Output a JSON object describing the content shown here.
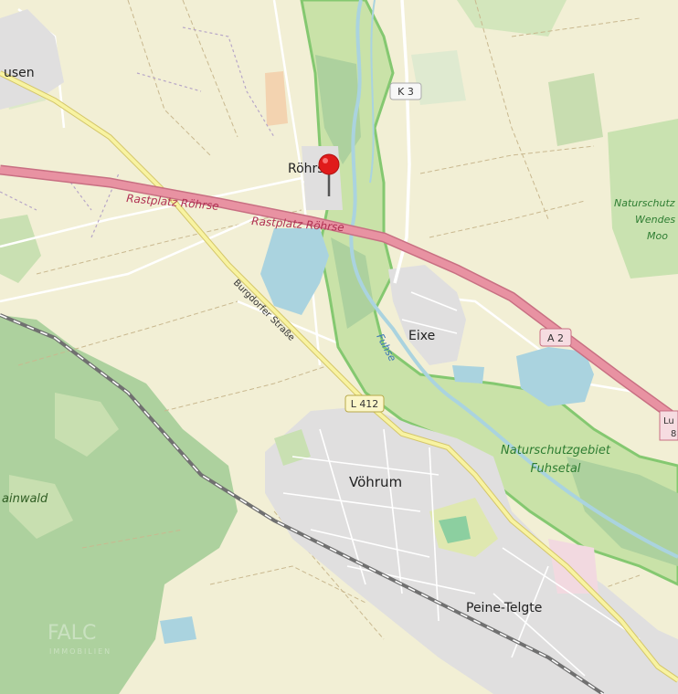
{
  "map": {
    "colors": {
      "land": "#f2efd5",
      "forest": "#add19e",
      "nature_reserve_border": "#84c870",
      "water": "#aad3df",
      "residential": "#e0dfdf",
      "motorway": "#e892a2",
      "primary": "#f8f3a1",
      "railway": "#707070",
      "marker": "#e01b1b"
    },
    "places": {
      "rohrse": "Röhrse",
      "eixe": "Eixe",
      "vohrum": "Vöhrum",
      "peine_telgte": "Peine-Telgte",
      "husen": "usen",
      "ainwald": "ainwald"
    },
    "roads": {
      "k3": "K 3",
      "a2": "A 2",
      "l412": "L 412",
      "rastplatz_west": "Rastplatz Röhrse",
      "rastplatz_east": "Rastplatz Röhrse",
      "burgdorfer": "Burgdorfer Straße"
    },
    "water_labels": {
      "fuhse": "Fuhse"
    },
    "nature_reserves": {
      "fuhsetal_line1": "Naturschutzgebiet",
      "fuhsetal_line2": "Fuhsetal",
      "wendes_line1": "Naturschutz",
      "wendes_line2": "Wendes",
      "wendes_line3": "Moo"
    },
    "edge_labels": {
      "right_line1": "Lu",
      "right_line2": "8"
    },
    "watermark": {
      "text": "FALC",
      "subtext": "IMMOBILIEN"
    },
    "marker_icon": "map-pin-icon"
  }
}
